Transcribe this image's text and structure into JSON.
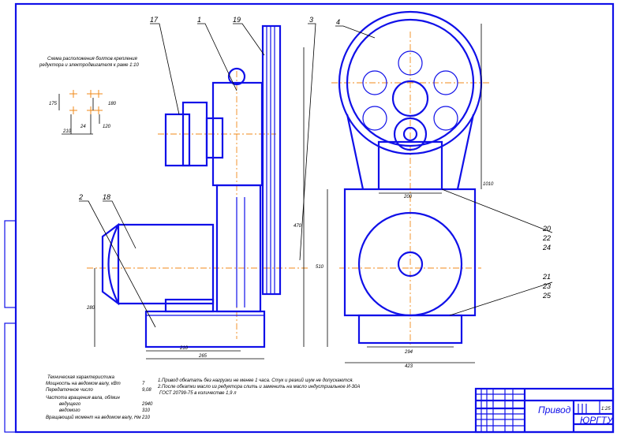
{
  "scheme_title": [
    "Схема расположения болтов крепления",
    "редуктора и электродвигателя к раме  1:10"
  ],
  "scheme_dims": [
    "175",
    "180",
    "24",
    "120",
    "210"
  ],
  "positions": {
    "p17": "17",
    "p1": "1",
    "p19": "19",
    "p3": "3",
    "p4": "4",
    "p2": "2",
    "p18": "18",
    "p20": "20",
    "p22": "22",
    "p24": "24",
    "p21": "21",
    "p23": "23",
    "p25": "25"
  },
  "dims": {
    "d_left_w1": "210",
    "d_left_w2": "265",
    "d_left_h": "280",
    "d_belt": "470",
    "d_right_200": "200",
    "d_right_294": "294",
    "d_right_423": "423",
    "d_right_h": "510",
    "d_total_h": "1010"
  },
  "specs": {
    "title": "Техническая характеристика",
    "rows": [
      {
        "label": "Мощность на ведомом валу, кВт",
        "value": "7"
      },
      {
        "label": "Передаточное число",
        "value": "9,08"
      },
      {
        "label": "Частота вращения вала, об/мин",
        "value": ""
      },
      {
        "label": "ведущего",
        "value": "2940"
      },
      {
        "label": "ведомого",
        "value": "310"
      },
      {
        "label": "Вращающий момент на ведомом валу, Нм",
        "value": "210"
      }
    ]
  },
  "notes": [
    "1.Привод обкатать без нагрузки не менее 1 часа. Стук и резкий шум не допускаются.",
    "2.После обкатки масло из редуктора слить и заменить на масло индустриальное И-30А",
    "ГОСТ 20799-75 в количестве 1,9 л"
  ],
  "title_block": {
    "name": "Привод",
    "org": "ЮРГТУ",
    "scale": "1:25"
  },
  "colors": {
    "outline": "#1010e8",
    "centerline": "#f08a1a"
  }
}
